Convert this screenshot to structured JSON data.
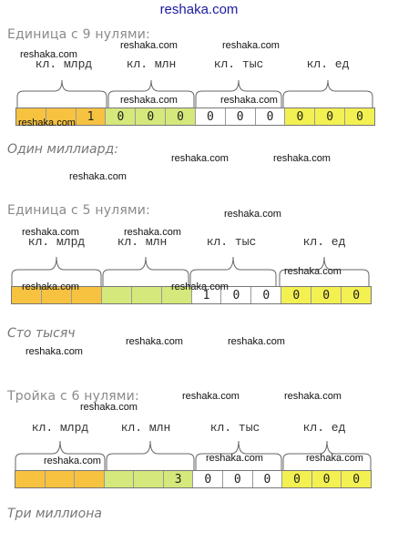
{
  "site_title": "reshaka.com",
  "watermark_text": "reshaka.com",
  "colors": {
    "orange": "#f6c240",
    "green": "#d4e87c",
    "white": "#ffffff",
    "yellow": "#f3f052"
  },
  "class_labels": [
    "кл. млрд",
    "кл. млн",
    "кл. тыс",
    "кл. ед"
  ],
  "examples": [
    {
      "heading": "Единица с 9 нулями:",
      "description": "Один миллиард:",
      "cells": [
        {
          "v": "",
          "c": "orange"
        },
        {
          "v": "",
          "c": "orange"
        },
        {
          "v": "1",
          "c": "orange"
        },
        {
          "v": "0",
          "c": "green"
        },
        {
          "v": "0",
          "c": "green"
        },
        {
          "v": "0",
          "c": "green"
        },
        {
          "v": "0",
          "c": "white"
        },
        {
          "v": "0",
          "c": "white"
        },
        {
          "v": "0",
          "c": "white"
        },
        {
          "v": "0",
          "c": "yellow"
        },
        {
          "v": "0",
          "c": "yellow"
        },
        {
          "v": "0",
          "c": "yellow"
        }
      ]
    },
    {
      "heading": "Единица с 5 нулями:",
      "description": "Сто тысяч",
      "cells": [
        {
          "v": "",
          "c": "orange"
        },
        {
          "v": "",
          "c": "orange"
        },
        {
          "v": "",
          "c": "orange"
        },
        {
          "v": "",
          "c": "green"
        },
        {
          "v": "",
          "c": "green"
        },
        {
          "v": "",
          "c": "green"
        },
        {
          "v": "1",
          "c": "white"
        },
        {
          "v": "0",
          "c": "white"
        },
        {
          "v": "0",
          "c": "white"
        },
        {
          "v": "0",
          "c": "yellow"
        },
        {
          "v": "0",
          "c": "yellow"
        },
        {
          "v": "0",
          "c": "yellow"
        }
      ]
    },
    {
      "heading": "Тройка с 6 нулями:",
      "description": "Три миллиона",
      "cells": [
        {
          "v": "",
          "c": "orange"
        },
        {
          "v": "",
          "c": "orange"
        },
        {
          "v": "",
          "c": "orange"
        },
        {
          "v": "",
          "c": "green"
        },
        {
          "v": "",
          "c": "green"
        },
        {
          "v": "3",
          "c": "green"
        },
        {
          "v": "0",
          "c": "white"
        },
        {
          "v": "0",
          "c": "white"
        },
        {
          "v": "0",
          "c": "white"
        },
        {
          "v": "0",
          "c": "yellow"
        },
        {
          "v": "0",
          "c": "yellow"
        },
        {
          "v": "0",
          "c": "yellow"
        }
      ]
    }
  ]
}
